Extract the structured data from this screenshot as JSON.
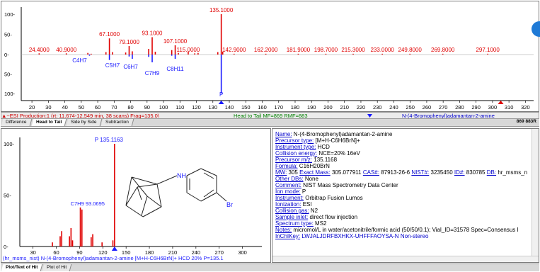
{
  "top_chart": {
    "y_ticks": [
      "100-",
      "50-",
      "0-",
      "50-",
      "100-"
    ],
    "x_ticks": [
      "20",
      "30",
      "40",
      "50",
      "60",
      "70",
      "80",
      "90",
      "100",
      "110",
      "120",
      "130",
      "140",
      "150",
      "160",
      "170",
      "180",
      "190",
      "200",
      "210",
      "220",
      "230",
      "240",
      "250",
      "260",
      "270",
      "280",
      "290",
      "300",
      "310",
      "320"
    ],
    "peak_labels": [
      {
        "text": "135.1000",
        "mz": 135.1,
        "side": "up"
      },
      {
        "text": "67.1000",
        "mz": 67.1,
        "side": "up"
      },
      {
        "text": "93.1000",
        "mz": 93.1,
        "side": "up"
      },
      {
        "text": "79.1000",
        "mz": 79.1,
        "side": "up"
      },
      {
        "text": "107.1000",
        "mz": 107.1,
        "side": "up"
      },
      {
        "text": "24.4000",
        "mz": 24.4,
        "side": "up"
      },
      {
        "text": "40.9000",
        "mz": 40.9,
        "side": "up"
      },
      {
        "text": "115.0000",
        "mz": 115.0,
        "side": "up"
      },
      {
        "text": "142.9000",
        "mz": 142.9,
        "side": "up"
      },
      {
        "text": "162.2000",
        "mz": 162.2,
        "side": "up"
      },
      {
        "text": "181.9000",
        "mz": 181.9,
        "side": "up"
      },
      {
        "text": "198.7000",
        "mz": 198.7,
        "side": "up"
      },
      {
        "text": "215.3000",
        "mz": 215.3,
        "side": "up"
      },
      {
        "text": "233.0000",
        "mz": 233.0,
        "side": "up"
      },
      {
        "text": "249.8000",
        "mz": 249.8,
        "side": "up"
      },
      {
        "text": "269.8000",
        "mz": 269.8,
        "side": "up"
      },
      {
        "text": "297.1000",
        "mz": 297.1,
        "side": "up"
      }
    ],
    "down_labels": [
      "C4H7",
      "C5H7",
      "C6H7",
      "C7H9",
      "C8H11",
      "P"
    ],
    "status_left": "▲~ESI Production:1 (rt: 11.674-12.549 min, 38 scans) Frag=135.0\\",
    "status_mid": "Head to Tail MF=869 RMF=883",
    "status_right": "N-(4-Bromophenyl)adamantan-2-amine",
    "status_score": "869 883R",
    "tabs": [
      "Difference",
      "Head to Tail",
      "Side by Side",
      "Subtraction"
    ]
  },
  "bottom_chart": {
    "y_ticks": [
      "100-",
      "50-",
      "0-"
    ],
    "x_ticks": [
      "30",
      "60",
      "90",
      "120",
      "150",
      "180",
      "210",
      "240",
      "270",
      "300"
    ],
    "peak_label_top": "P 135.1163",
    "peak_label_mid": "C7H9 93.0695",
    "structure_label": "NH",
    "br_label": "Br",
    "footer": "(hr_msms_nist) N-(4-Bromophenyl)adamantan-2-amine [M+H-C6H6BrN]+ HCD 20% P=135.1"
  },
  "info": {
    "name_label": "Name:",
    "name_value": "N-(4-Bromophenyl)adamantan-2-amine",
    "precursor_type_label": "Precursor type:",
    "precursor_type_value": "[M+H-C6H6BrN]+",
    "instrument_type_label": "Instrument type:",
    "instrument_type_value": "HCD",
    "collision_energy_label": "Collision energy:",
    "collision_energy_value": "NCE=20% 16eV",
    "precursor_mz_label": "Precursor m/z:",
    "precursor_mz_value": "135.1168",
    "formula_label": "Formula:",
    "formula_value": "C16H20BrN",
    "mw_label": "MW:",
    "mw_value": "305",
    "exact_mass_label": "Exact Mass:",
    "exact_mass_value": "305.077911",
    "cas_label": "CAS#:",
    "cas_value": "87913-26-6",
    "nist_label": "NIST#:",
    "nist_value": "3235450",
    "id_label": "ID#:",
    "id_value": "830785",
    "db_label": "DB:",
    "db_value": "hr_msms_n",
    "other_dbs_label": "Other DBs:",
    "other_dbs_value": "None",
    "comment_label": "Comment:",
    "comment_value": "NIST Mass Spectrometry Data Center",
    "ion_mode_label": "Ion mode:",
    "ion_mode_value": "P",
    "instrument_label": "Instrument:",
    "instrument_value": "Orbitrap Fusion Lumos",
    "ionization_label": "Ionization:",
    "ionization_value": "ESI",
    "collision_gas_label": "Collision gas:",
    "collision_gas_value": "N2",
    "sample_inlet_label": "Sample inlet:",
    "sample_inlet_value": "direct flow injection",
    "spectrum_type_label": "Spectrum type:",
    "spectrum_type_value": "MS2",
    "notes_label": "Notes:",
    "notes_value": "micromol/L in water/acetonitrile/formic acid (50/50/0.1); Vial_ID=31578 Spec=Consensus I",
    "inchikey_label": "InChIKey:",
    "inchikey_value": "LWJALJDRFBXHKX-UHFFFAOYSA-N",
    "inchikey_note": "Non-stereo"
  },
  "bottom_tabs": [
    "Plot/Text of Hit",
    "Plot of Hit"
  ],
  "colors": {
    "up_peaks": "#e00000",
    "down_peaks": "#1a1aff",
    "accent": "#1f7ad6"
  }
}
